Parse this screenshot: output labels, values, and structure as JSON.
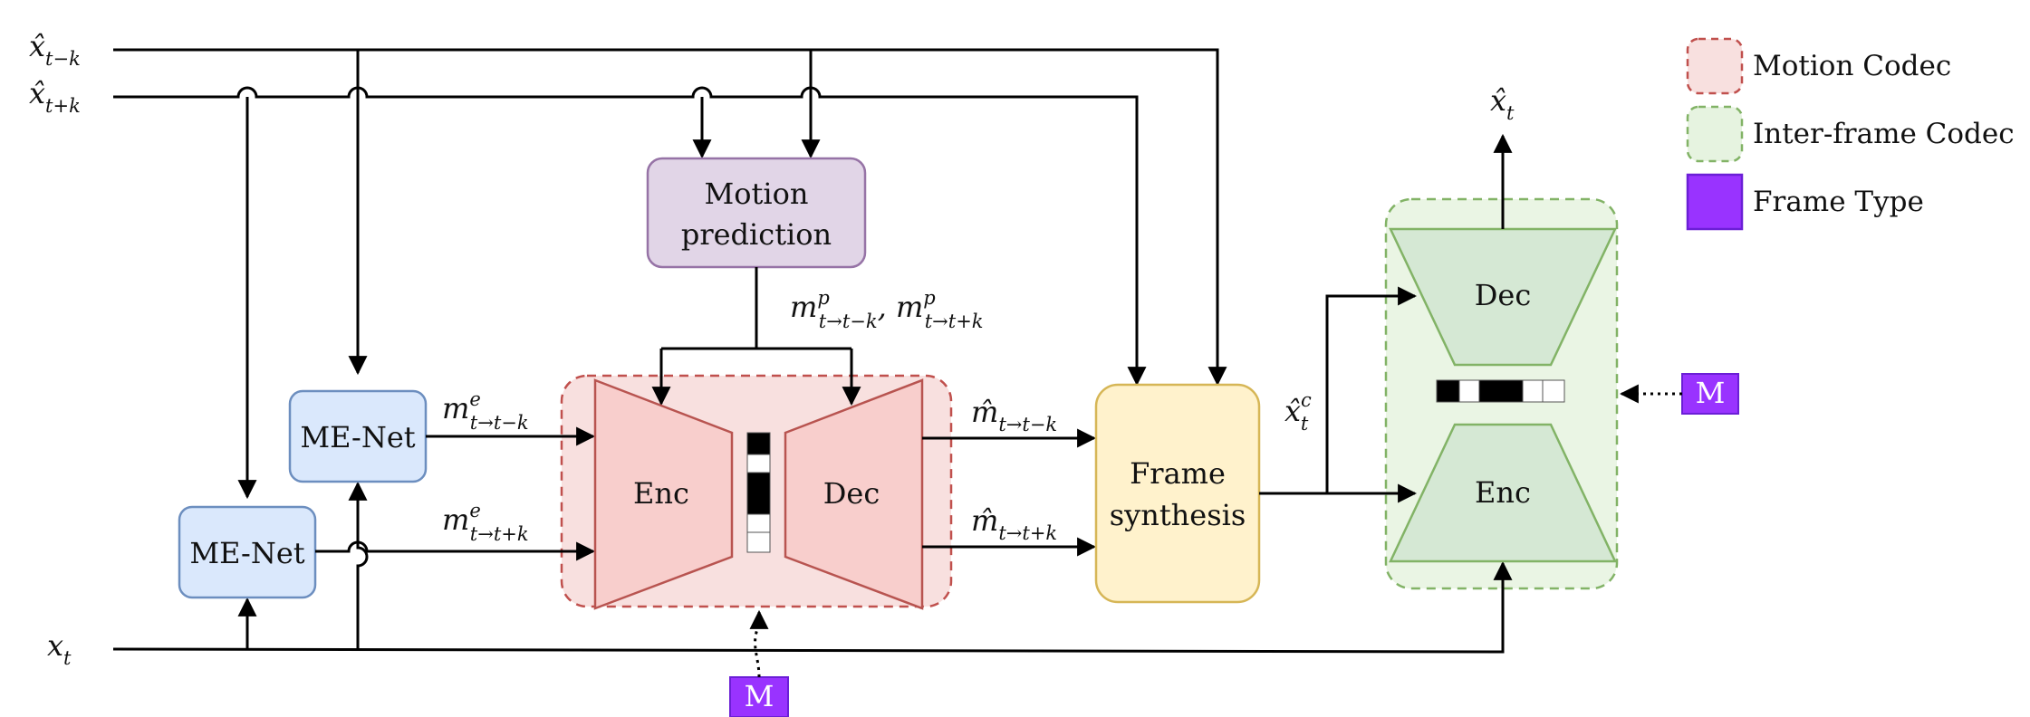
{
  "inputs": {
    "x_tk_minus": {
      "base": "x̂",
      "sub": "t−k"
    },
    "x_tk_plus": {
      "base": "x̂",
      "sub": "t+k"
    },
    "x_t": {
      "base": "x",
      "sub": "t"
    }
  },
  "blocks": {
    "me_net_top": "ME-Net",
    "me_net_bottom": "ME-Net",
    "motion_prediction": [
      "Motion",
      "prediction"
    ],
    "motion_enc": "Enc",
    "motion_dec": "Dec",
    "frame_synthesis": [
      "Frame",
      "synthesis"
    ],
    "inter_dec": "Dec",
    "inter_enc": "Enc",
    "frame_type_motion": "M",
    "frame_type_inter": "M"
  },
  "signals": {
    "pred_motion": {
      "a": "m",
      "a_sup": "p",
      "a_sub": "t→t−k",
      "sep": ", ",
      "b": "m",
      "b_sup": "p",
      "b_sub": "t→t+k"
    },
    "me_top": {
      "base": "m",
      "sup": "e",
      "sub": "t→t−k"
    },
    "me_bottom": {
      "base": "m",
      "sup": "e",
      "sub": "t→t+k"
    },
    "dec_top": {
      "base": "m̂",
      "sub": "t→t−k"
    },
    "dec_bottom": {
      "base": "m̂",
      "sub": "t→t+k"
    },
    "xc": {
      "base": "x̂",
      "sup": "c",
      "sub": "t"
    },
    "out": {
      "base": "x̂",
      "sub": "t"
    }
  },
  "legend": [
    {
      "label": "Motion Codec",
      "fill": "#f8e0df",
      "stroke": "#c0504d",
      "dashed": true
    },
    {
      "label": "Inter-frame Codec",
      "fill": "#e6f3e0",
      "stroke": "#82b366",
      "dashed": true
    },
    {
      "label": "Frame Type",
      "fill": "#9933ff",
      "stroke": "#6b1fd6",
      "dashed": false
    }
  ],
  "colors": {
    "me_net_fill": "#dae8fc",
    "me_net_stroke": "#6c8ebf",
    "mp_fill": "#e1d5e7",
    "mp_stroke": "#9673a6",
    "codec_fill": "#f8cecc",
    "codec_stroke": "#b85450",
    "fs_fill": "#fff2cc",
    "fs_stroke": "#d6b656",
    "inter_fill": "#d5e8d4",
    "inter_stroke": "#82b366",
    "m_fill": "#9933ff"
  }
}
